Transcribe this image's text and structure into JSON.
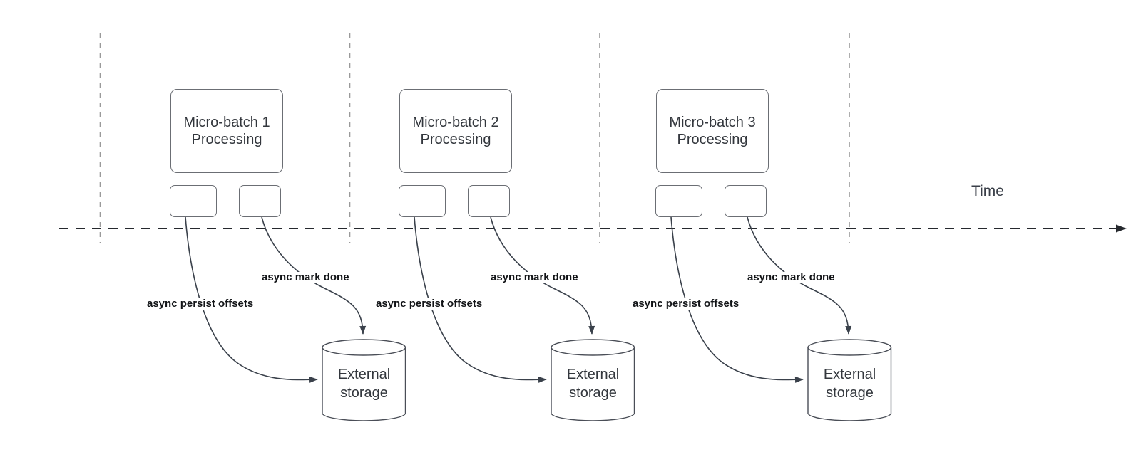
{
  "diagram": {
    "timeline_label": "Time",
    "groups": [
      {
        "box_line1": "Micro-batch 1",
        "box_line2": "Processing",
        "persist_arrow_label": "async persist offsets",
        "done_arrow_label": "async mark done",
        "storage_line1": "External",
        "storage_line2": "storage"
      },
      {
        "box_line1": "Micro-batch 2",
        "box_line2": "Processing",
        "persist_arrow_label": "async persist offsets",
        "done_arrow_label": "async mark done",
        "storage_line1": "External",
        "storage_line2": "storage"
      },
      {
        "box_line1": "Micro-batch 3",
        "box_line2": "Processing",
        "persist_arrow_label": "async persist offsets",
        "done_arrow_label": "async mark done",
        "storage_line1": "External",
        "storage_line2": "storage"
      }
    ],
    "colors": {
      "background": "#ffffff",
      "connector": "#3a414b",
      "timeline": "#26292e",
      "guide_line": "#9a9a9a",
      "shape_border": "#6b6e74",
      "shape_text": "#33373d",
      "edge_label_text": "#121417"
    }
  }
}
